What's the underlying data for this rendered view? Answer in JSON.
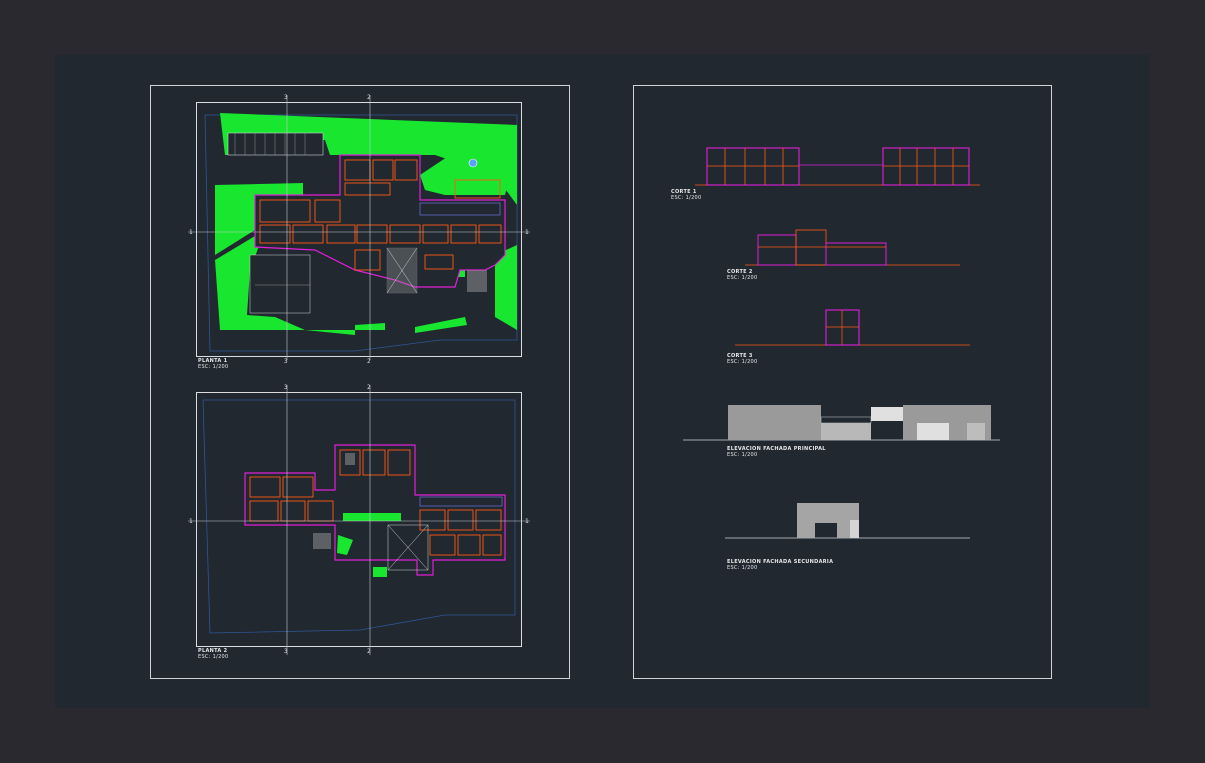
{
  "drawings": {
    "plan_1": {
      "title": "PLANTA 1",
      "scale": "ESC: 1/200"
    },
    "plan_2": {
      "title": "PLANTA 2",
      "scale": "ESC: 1/200"
    },
    "section_1": {
      "title": "CORTE 1",
      "scale": "ESC: 1/200"
    },
    "section_2": {
      "title": "CORTE 2",
      "scale": "ESC: 1/200"
    },
    "section_3": {
      "title": "CORTE 3",
      "scale": "ESC: 1/200"
    },
    "elev_main": {
      "title": "ELEVACION FACHADA PRINCIPAL",
      "scale": "ESC: 1/200"
    },
    "elev_side": {
      "title": "ELEVACION FACHADA SECUNDARIA",
      "scale": "ESC: 1/200"
    }
  },
  "axis_labels": {
    "a1": "1",
    "a2": "2",
    "a3": "3"
  },
  "colors": {
    "canvas": "#2b2930",
    "viewport": "#212830",
    "landscape": "#19e62e",
    "walls": "#ff5a14",
    "outline": "#e020d8",
    "gray": "#9a9a9a",
    "light_gray": "#d4d4d4"
  }
}
